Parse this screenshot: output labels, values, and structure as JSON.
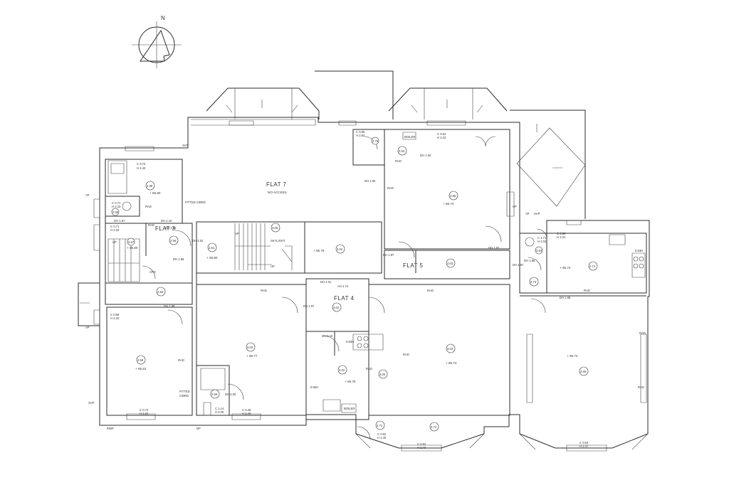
{
  "compass": {
    "north_label": "N"
  },
  "flats": {
    "flat7": "FLAT 7",
    "flat7_sub": "NO ACCESS",
    "flat3": "FLAT 3",
    "flat4": "FLAT 4",
    "flat5": "FLAT 5"
  },
  "levels": {
    "l238": "2.38",
    "l255": "2.55",
    "l257": "2.57",
    "l256a": "2.56",
    "l261": "2.61",
    "l256b": "2.56",
    "l256c": "2.56",
    "l305": "3.05",
    "l304": "3.04",
    "l303": "3.03",
    "l259": "2.59",
    "l275a": "2.75",
    "l253": "2.53",
    "l280": "2.80",
    "l302": "3.02",
    "l302b": "3.02",
    "l300": "3.00",
    "l303b": "3.03",
    "l274a": "2.74",
    "l274b": "2.74",
    "l284": "2.84",
    "l272": "2.72",
    "l273": "2.73",
    "l269": "2.69"
  },
  "heights": {
    "h1": "+ 65.80",
    "h2": "+ 65.80",
    "h3": "+ 65.80",
    "h4": "+ 65.81",
    "h5": "+ 66.76",
    "h6": "+ 66.74",
    "h7": "+ 66.77",
    "h8": "+ 66.75",
    "h9": "+ 66.74",
    "h10": "+ 66.74",
    "h11": "+ 66.74"
  },
  "ceilings": {
    "c1a": "C 0.73",
    "c1b": "H 2.40",
    "c2a": "C 0.71",
    "c2b": "H 2.23",
    "c3a": "C 0.71",
    "c3b": "H 2.33",
    "c4a": "C 0.69",
    "c4b": "H 2.32",
    "c5a": "C 0.72",
    "c5b": "H 2.24",
    "c6a": "C 1.14",
    "c6b": "H 2.00",
    "c7a": "C 0.48",
    "c7b": "H 2.49",
    "c8a": "C 0.55",
    "c8b": "H 2.82",
    "c9a": "C 0.52",
    "c9b": "H 2.32",
    "c10a": "C 0.62",
    "c10b": "H 2.40",
    "c11a": "C 0.52",
    "c11b": "H 2.40",
    "c12a": "C 1.71",
    "c12b": "H 2.02",
    "c13a": "C 0.66",
    "c13b": "H 2.31",
    "c14a": "C 0.63",
    "c14b": "H 2.47"
  },
  "door_heads": {
    "dh1": "DH 1.97",
    "dh2": "DH 2.10",
    "dh3": "DH 1.88",
    "dh4": "DH 1.88",
    "dh5": "DH 2.01",
    "dh6": "DH 2.10",
    "dh7": "DH 1.97",
    "dh8": "DH 1.88",
    "dh9": "DH 2.00",
    "dh10": "AH 2.74",
    "dh11": "DH 2.02",
    "dh12": "DH 2.02",
    "dh13": "DH 1.88",
    "dh14": "DH 1.94",
    "dh15": "DH 1.97",
    "dh16": "DH 1.94",
    "dh17": "DH 1.97",
    "dh18": "DH 1.87"
  },
  "fixtures": {
    "rad1": "RAD",
    "rad2": "RAD",
    "rad3": "RAD",
    "rad4": "RAD",
    "rad5": "RAD",
    "rad6": "RAD",
    "rad7": "RAD",
    "rad8": "RAD",
    "rad9": "RAD",
    "rad10": "RAD",
    "rad11": "RAD",
    "rad12": "RAD",
    "boiler1": "BOILER",
    "boiler2": "BOILER",
    "fitted1": "FITTED",
    "fitted2": "C/BRD",
    "fitted3": "FITTED C/BRD",
    "cpd": "CPD",
    "skylight": "SKYLIGHT",
    "up1": "UP",
    "up2": "UP",
    "up3": "UP",
    "vp1": "VP",
    "vp2": "VP",
    "vp3": "VP",
    "svp1": "SVP",
    "svp2": "SVP",
    "svp3": "SVP",
    "rwp": "RWP",
    "dp": "DP",
    "h060a": "0.60H",
    "h060b": "0.60H",
    "h063": "0.63H",
    "hp": "HP"
  }
}
